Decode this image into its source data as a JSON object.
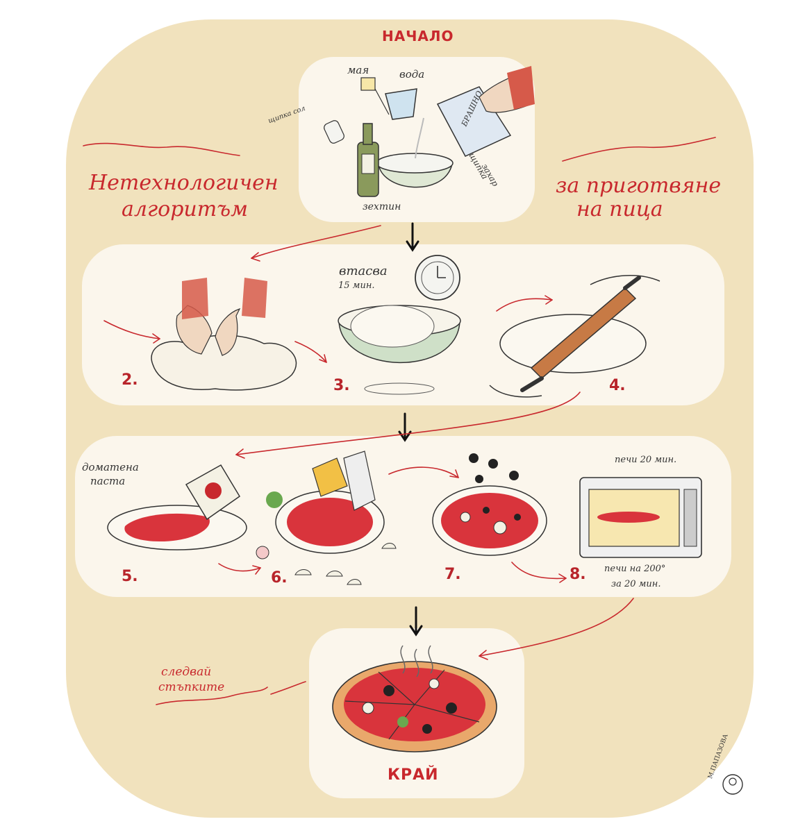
{
  "start_label": "НАЧАЛО",
  "end_label": "КРАЙ",
  "side_left": [
    "Нетехнологичен",
    "алгоритъм"
  ],
  "side_right": [
    "за приготвяне",
    "на пица"
  ],
  "follow_steps": [
    "следвай",
    "стъпките"
  ],
  "ingredients": {
    "yeast": "мая",
    "water": "вода",
    "flour": "БРАШНО",
    "salt": "щипка сол",
    "sugar": [
      "щипка",
      "захар"
    ],
    "oil": "зехтин"
  },
  "rise_note": [
    "втасва",
    "15 мин."
  ],
  "tomato_note": [
    "доматена",
    "паста"
  ],
  "bake_note_top": "печи 20 мин.",
  "bake_note_bottom": [
    "печи на 200°",
    "за 20 мин."
  ],
  "steps": [
    "2.",
    "3.",
    "4.",
    "5.",
    "6.",
    "7.",
    "8."
  ],
  "signature": "М.ПАПАЗОВА",
  "colors": {
    "background": "#f1e2bd",
    "panel": "#fbf6ec",
    "accent": "#c8282d",
    "ink": "#222222"
  }
}
